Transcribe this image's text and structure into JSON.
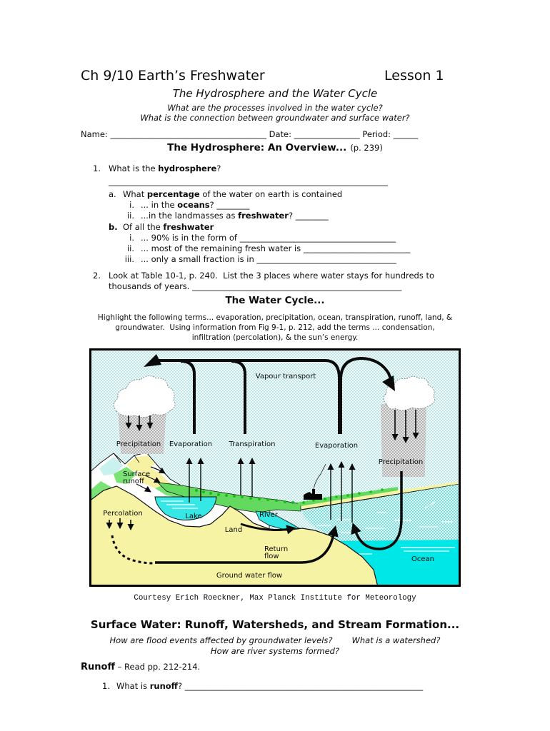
{
  "header": {
    "title_left": "Ch 9/10 Earth’s Freshwater",
    "title_right": "Lesson 1",
    "subtitle": "The Hydrosphere and the Water Cycle",
    "focus_q1": "What are the processes involved in the water cycle?",
    "focus_q2": "What is the connection between groundwater and surface water?",
    "name_label": "Name:",
    "name_blank": "______________________________________",
    "date_label": "Date:",
    "date_blank": "________________",
    "period_label": "Period:",
    "period_blank": "______"
  },
  "overview": {
    "heading": "The Hydrosphere: An Overview...",
    "heading_ref": "(p. 239)",
    "q1_num": "1.",
    "q1_pre": "What is the ",
    "q1_term": "hydrosphere",
    "q1_post": "?",
    "q1_blank": "____________________________________________________________________",
    "a_num": "a.",
    "a_pre": "What ",
    "a_term": "percentage",
    "a_post": " of the water on earth is contained",
    "ai_num": "i.",
    "ai_pre": "... in the ",
    "ai_term": "oceans",
    "ai_post": "? ",
    "ai_blank": "________",
    "aii_num": "ii.",
    "aii_pre": "...in the landmasses as ",
    "aii_term": "freshwater",
    "aii_post": "? ",
    "aii_blank": "________",
    "b_num": "b.",
    "b_pre": "Of all the ",
    "b_term": "freshwater",
    "bi_num": "i.",
    "bi_text": "... 90% is in the form of ",
    "bi_blank": "______________________________________",
    "bii_num": "ii.",
    "bii_text": "... most of the remaining fresh water is ",
    "bii_blank": "__________________________",
    "biii_num": "iii.",
    "biii_text": "... only a small fraction is in ",
    "biii_blank": "__________________________________",
    "q2_num": "2.",
    "q2_line1": "Look at Table 10-1, p. 240.  List the 3 places where water stays for hundreds to",
    "q2_line2_pre": "thousands of years. ",
    "q2_blank": "___________________________________________________"
  },
  "water_cycle": {
    "heading": "The Water Cycle...",
    "instr1": "Highlight the following terms... evaporation, precipitation, ocean, transpiration, runoff, land, &",
    "instr2": "groundwater.  Using information from Fig 9-1, p. 212, add the terms ... condensation,",
    "instr3": "infiltration (percolation), & the sun’s energy."
  },
  "diagram": {
    "caption": "Courtesy Erich Roeckner, Max Planck Institute for Meteorology",
    "labels": {
      "vapour_transport": "Vapour transport",
      "precipitation_left": "Precipitation",
      "evaporation_left": "Evaporation",
      "transpiration": "Transpiration",
      "evaporation_right": "Evaporation",
      "precipitation_right": "Precipitation",
      "surface_runoff_1": "Surface",
      "surface_runoff_2": "runoff",
      "percolation": "Percolation",
      "lake": "Lake",
      "river": "River",
      "land": "Land",
      "return_flow_1": "Return",
      "return_flow_2": "flow",
      "ground_water_flow": "Ground water flow",
      "ocean": "Ocean"
    },
    "colors": {
      "sky_dot": "#7edcd9",
      "lake_water": "#35e7e5",
      "deep_ocean": "#00e7e7",
      "land_yellow": "#f7f3a5",
      "vegetation_green": "#63da5f",
      "tree_green": "#17bd17",
      "outline_black": "#0a0a0a"
    }
  },
  "surface_water": {
    "heading": "Surface Water: Runoff, Watersheds, and Stream Formation...",
    "q1": "How are flood events affected by groundwater levels?",
    "q2": "What is a watershed?",
    "q3": "How are river systems formed?",
    "runoff_label": "Runoff",
    "runoff_rest": "– Read pp. 212-214.",
    "item1_num": "1.",
    "item1_pre": "What is ",
    "item1_term": "runoff",
    "item1_post": "? ",
    "item1_blank": "__________________________________________________________"
  }
}
